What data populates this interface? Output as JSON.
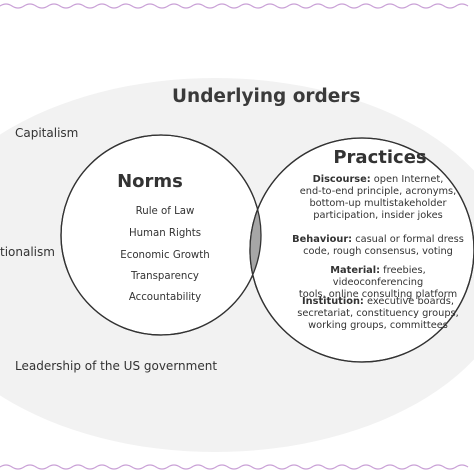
{
  "diagram": {
    "title": "Underlying orders",
    "outer_labels": {
      "capitalism": "Capitalism",
      "nationalism": "tionalism",
      "leadership": "Leadership of the US government"
    },
    "norms": {
      "heading": "Norms",
      "items": [
        "Rule of Law",
        "Human Rights",
        "Economic Growth",
        "Transparency",
        "Accountability"
      ]
    },
    "practices": {
      "heading": "Practices",
      "categories": [
        {
          "label": "Discourse:",
          "lines": [
            " open Internet,",
            "end-to-end principle, acronyms,",
            "bottom-up multistakeholder",
            "participation, insider jokes"
          ]
        },
        {
          "label": "Behaviour:",
          "lines": [
            " casual or formal dress",
            "code, rough consensus, voting"
          ]
        },
        {
          "label": "Material:",
          "lines": [
            " freebies, videoconferencing",
            "tools, online consulting platform"
          ]
        },
        {
          "label": "Institution:",
          "lines": [
            " executive boards,",
            "secretariat, constituency groups,",
            "working groups, committees"
          ]
        }
      ]
    },
    "colors": {
      "outer_fill": "#f2f2f2",
      "overlap_fill": "#a6a6a6",
      "border_line": "#c9a0d6",
      "stroke": "#333333"
    }
  }
}
